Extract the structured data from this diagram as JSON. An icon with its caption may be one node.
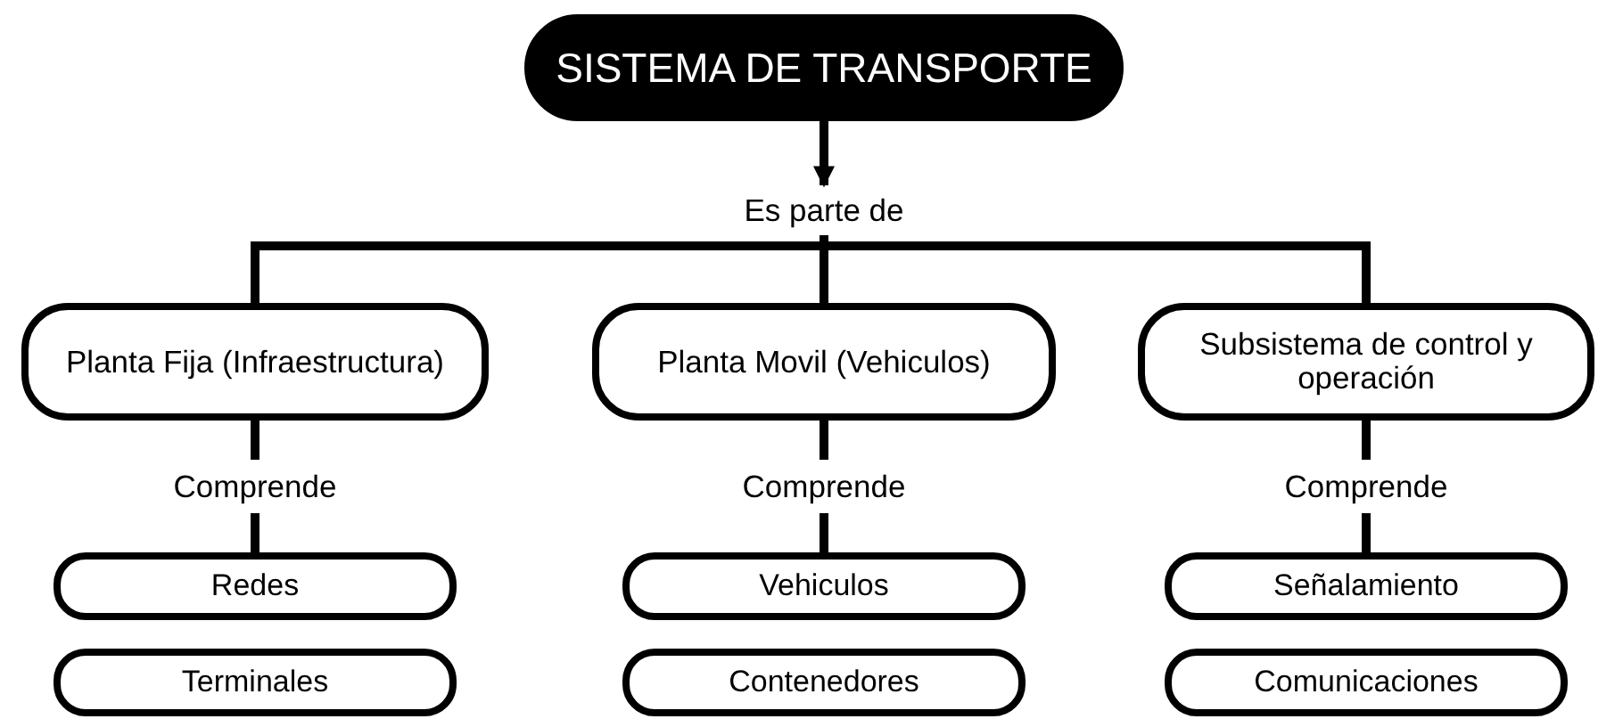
{
  "diagram": {
    "nodes": [
      {
        "text": [
          "SISTEMA DE TRANSPORTE"
        ]
      },
      {
        "text": [
          "Es parte de"
        ]
      },
      {
        "text": [
          "Planta Fija (Infraestructura)"
        ]
      },
      {
        "text": [
          "Planta Movil (Vehiculos)"
        ]
      },
      {
        "text": [
          "Subsistema de control y operación"
        ]
      },
      {
        "text": [
          "Comprende"
        ]
      },
      {
        "text": [
          "Comprende"
        ]
      },
      {
        "text": [
          "Comprende"
        ]
      },
      {
        "text": [
          "Redes"
        ]
      },
      {
        "text": [
          "Vehiculos"
        ]
      },
      {
        "text": [
          "Señalamiento"
        ]
      },
      {
        "text": [
          "Terminales"
        ]
      },
      {
        "text": [
          "Contenedores"
        ]
      },
      {
        "text": [
          "Comunicaciones"
        ]
      }
    ],
    "edges": [
      {
        "from": 0,
        "to": 1,
        "arrow": "to"
      },
      {
        "from": 1,
        "to": 2,
        "arrow": "none"
      },
      {
        "from": 1,
        "to": 3,
        "arrow": "none"
      },
      {
        "from": 1,
        "to": 4,
        "arrow": "none"
      },
      {
        "from": 2,
        "to": 5,
        "arrow": "none"
      },
      {
        "from": 3,
        "to": 6,
        "arrow": "none"
      },
      {
        "from": 4,
        "to": 7,
        "arrow": "none"
      },
      {
        "from": 5,
        "to": 8,
        "arrow": "none"
      },
      {
        "from": 6,
        "to": 9,
        "arrow": "none"
      },
      {
        "from": 7,
        "to": 10,
        "arrow": "none"
      }
    ]
  }
}
